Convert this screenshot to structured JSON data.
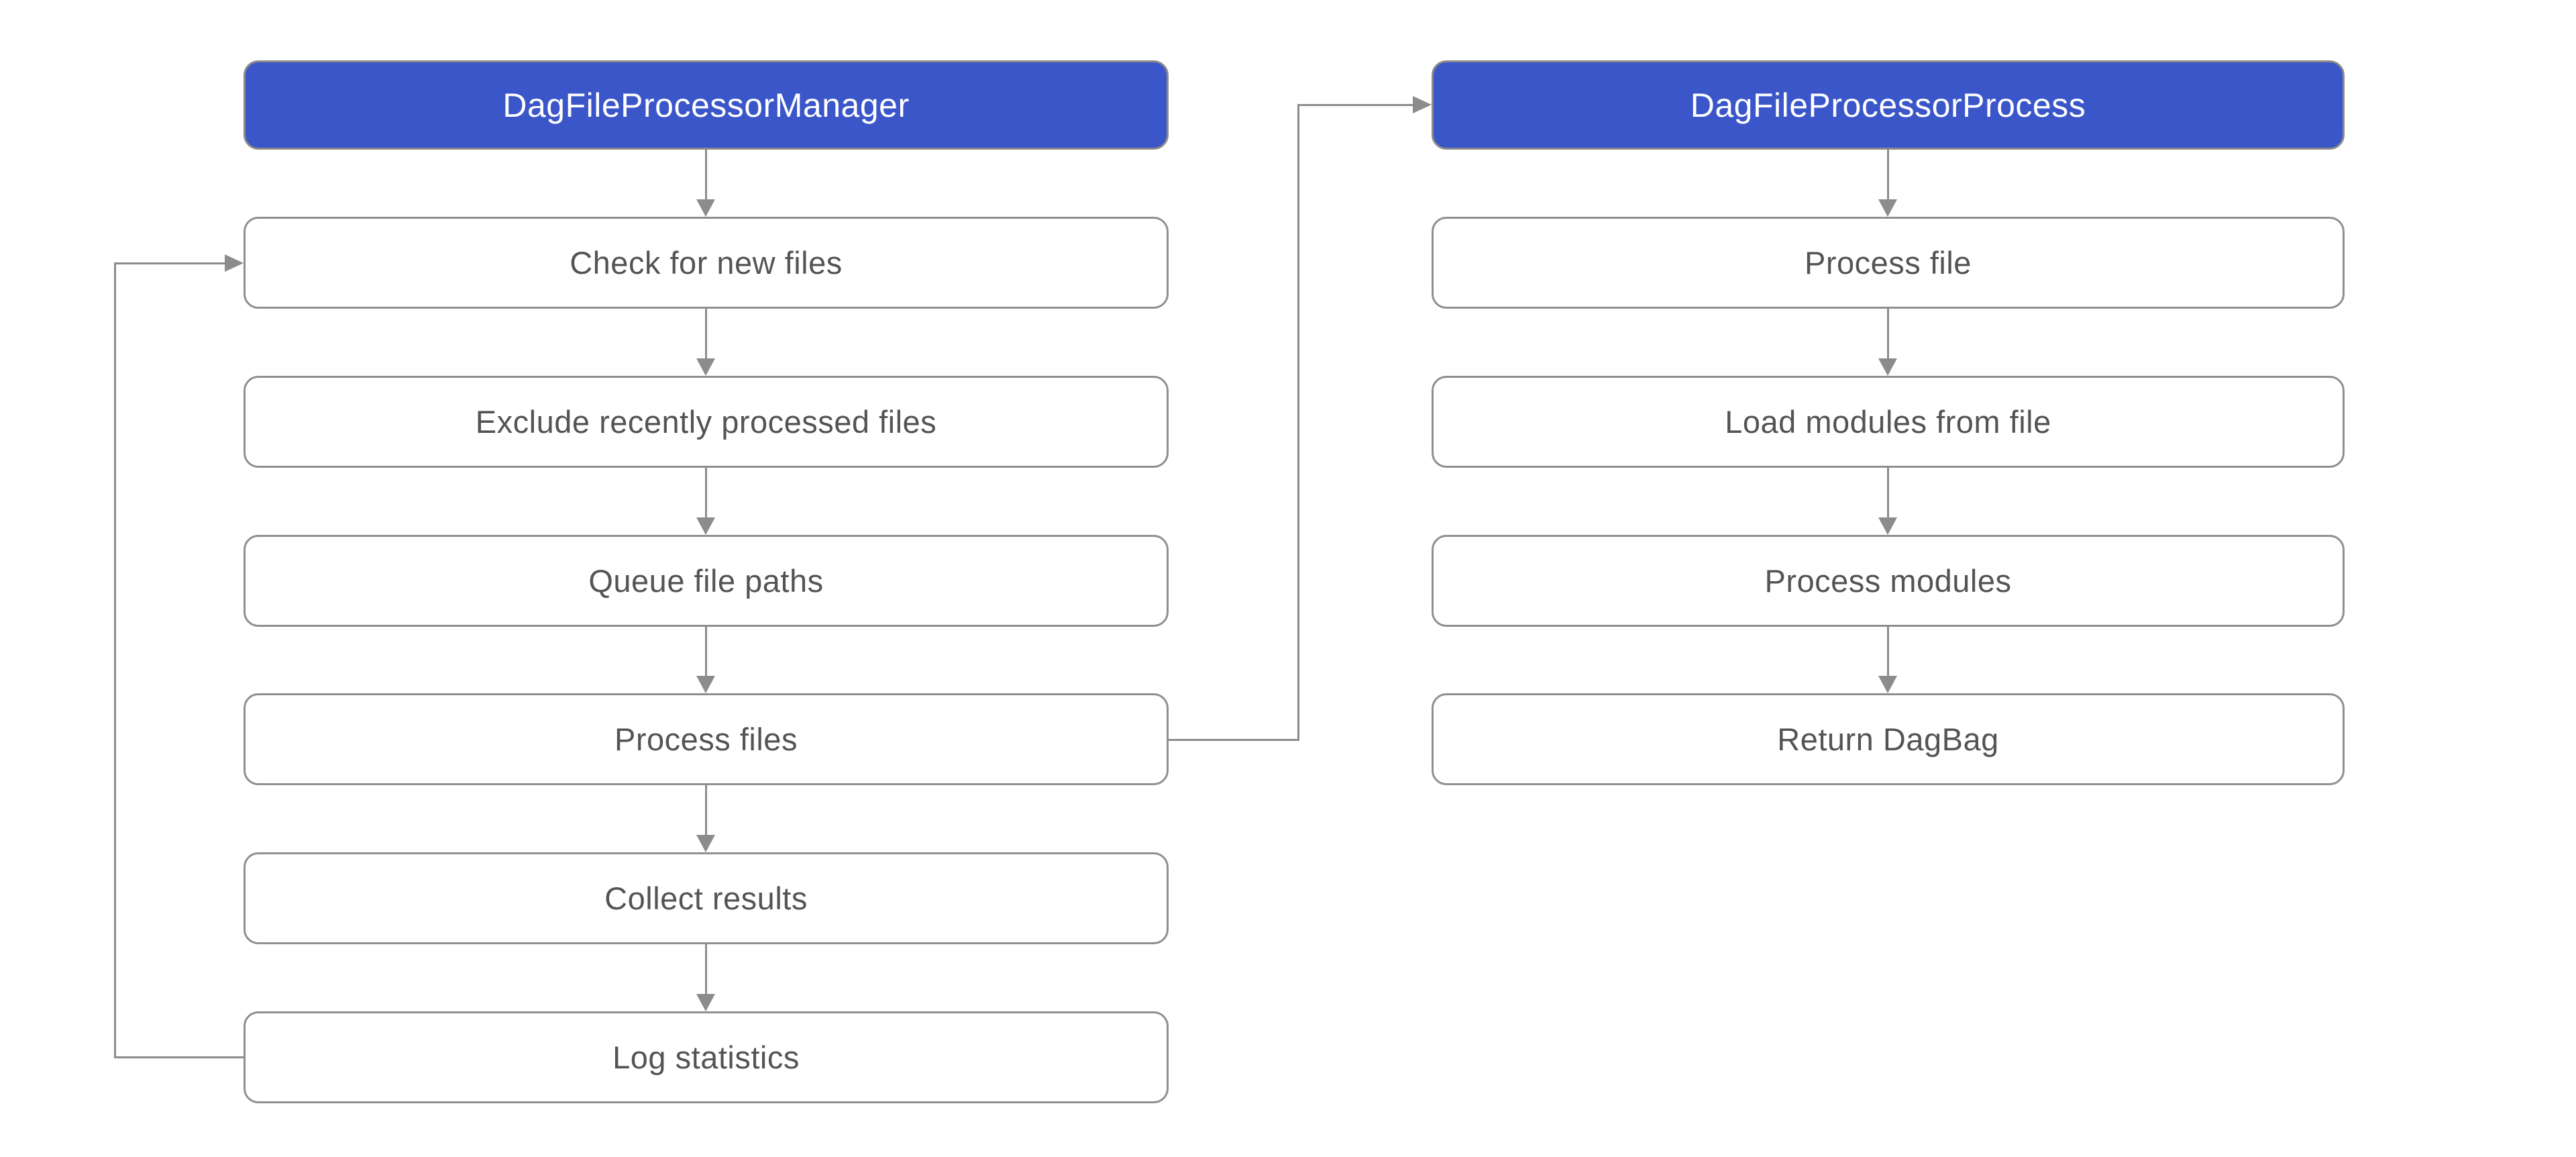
{
  "diagram": {
    "type": "flowchart",
    "colors": {
      "header_fill": "#3a56c9",
      "header_text": "#ffffff",
      "box_fill": "#ffffff",
      "box_border": "#8f8f8f",
      "box_text": "#545454",
      "connector": "#8c8c8c",
      "background": "#ffffff"
    },
    "columns": [
      {
        "header": "DagFileProcessorManager",
        "steps": [
          "Check for new files",
          "Exclude recently processed files",
          "Queue file paths",
          "Process files",
          "Collect results",
          "Log statistics"
        ]
      },
      {
        "header": "DagFileProcessorProcess",
        "steps": [
          "Process file",
          "Load modules from file",
          "Process modules",
          "Return DagBag"
        ]
      }
    ],
    "edges": [
      {
        "from": "DagFileProcessorManager",
        "to": "Check for new files"
      },
      {
        "from": "Check for new files",
        "to": "Exclude recently processed files"
      },
      {
        "from": "Exclude recently processed files",
        "to": "Queue file paths"
      },
      {
        "from": "Queue file paths",
        "to": "Process files"
      },
      {
        "from": "Process files",
        "to": "Collect results"
      },
      {
        "from": "Collect results",
        "to": "Log statistics"
      },
      {
        "from": "Log statistics",
        "to": "Check for new files",
        "style": "loop-back-left"
      },
      {
        "from": "Process files",
        "to": "DagFileProcessorProcess",
        "style": "elbow-right-up"
      },
      {
        "from": "DagFileProcessorProcess",
        "to": "Process file"
      },
      {
        "from": "Process file",
        "to": "Load modules from file"
      },
      {
        "from": "Load modules from file",
        "to": "Process modules"
      },
      {
        "from": "Process modules",
        "to": "Return DagBag"
      }
    ]
  }
}
